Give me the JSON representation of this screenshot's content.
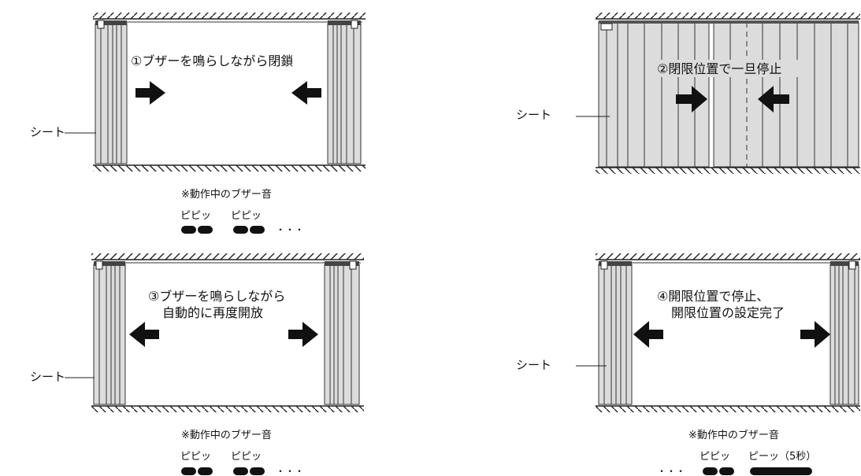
{
  "panels": [
    {
      "id": "p1",
      "step_text": [
        "①ブザーを鳴らしながら閉鎖"
      ],
      "sheet_label": "シート",
      "buzzer": {
        "title": "※動作中のブザー音",
        "labels": [
          "ピピッ",
          "ピピッ"
        ],
        "dots": "・・・"
      }
    },
    {
      "id": "p2",
      "step_text": [
        "②閉限位置で一旦停止"
      ],
      "sheet_label": "シート"
    },
    {
      "id": "p3",
      "step_text": [
        "③ブザーを鳴らしながら",
        "自動的に再度開放"
      ],
      "sheet_label": "シート",
      "buzzer": {
        "title": "※動作中のブザー音",
        "labels": [
          "ピピッ",
          "ピピッ"
        ],
        "dots": "・・・"
      }
    },
    {
      "id": "p4",
      "step_text": [
        "④開限位置で停止、",
        "開限位置の設定完了"
      ],
      "sheet_label": "シート",
      "buzzer": {
        "title": "※動作中のブザー音",
        "labels": [
          "ピピッ",
          "ピーッ（5秒）"
        ],
        "dots": "・・・"
      }
    }
  ]
}
